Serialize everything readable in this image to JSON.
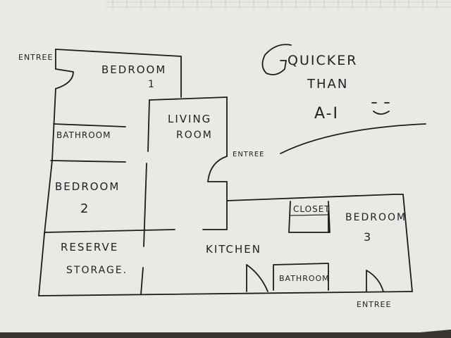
{
  "colors": {
    "paper": "#e9e9e6",
    "ink": "#1c1c1c",
    "table": "#3a3431"
  },
  "labels": {
    "entree_top_left": "ENTREE",
    "bedroom1_name": "BEDROOM",
    "bedroom1_num": "1",
    "living_line1": "LIVING",
    "living_line2": "ROOM",
    "entree_middle": "ENTREE",
    "bathroom_left": "BATHROOM",
    "bedroom2_name": "BEDROOM",
    "bedroom2_num": "2",
    "closet": "CLOSET",
    "bedroom3_name": "BEDROOM",
    "bedroom3_num": "3",
    "reserve": "RESERVE",
    "storage": "STORAGE.",
    "kitchen": "KITCHEN",
    "bathroom_bottom": "BATHROOM",
    "entree_bottom_right": "ENTREE"
  },
  "note": {
    "line1": "QUICKER",
    "line2": "THAN",
    "line3": "A-I",
    "smiley_icon": "smiley-face-icon"
  }
}
